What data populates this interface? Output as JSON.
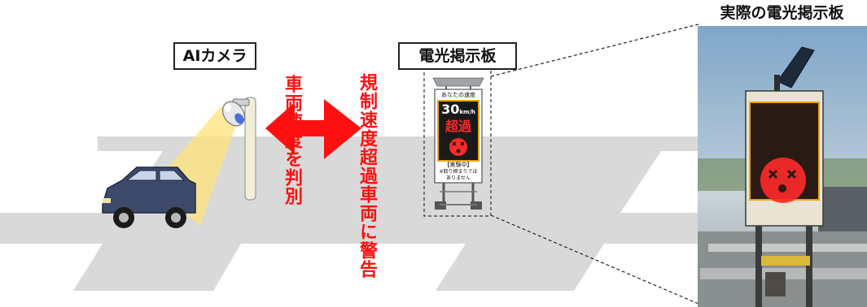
{
  "camera_label": "AIカメラ",
  "board_label": "電光掲示板",
  "photo_title": "実際の電光掲示板",
  "flow_text_1": "車両速度を判別",
  "flow_text_2": "規制速度超過車両に警告",
  "sign": {
    "header": "あなたの速度",
    "speed_number": "30",
    "speed_unit": "km/h",
    "exceed": "超過",
    "footer_1": "【実験中】",
    "footer_2": "※取り締まりでは",
    "footer_3": "ありません"
  },
  "colors": {
    "road": "#d9d9d9",
    "red_text": "#ff1010",
    "cone": "#ffe27a",
    "car": "#3d4a6b",
    "sign_panel": "#1a1a1a",
    "sign_red": "#ff2a2a",
    "sign_orange": "#f2a20c"
  },
  "icons": [
    "car-icon",
    "camera-icon",
    "arrow-icon",
    "face-icon"
  ]
}
